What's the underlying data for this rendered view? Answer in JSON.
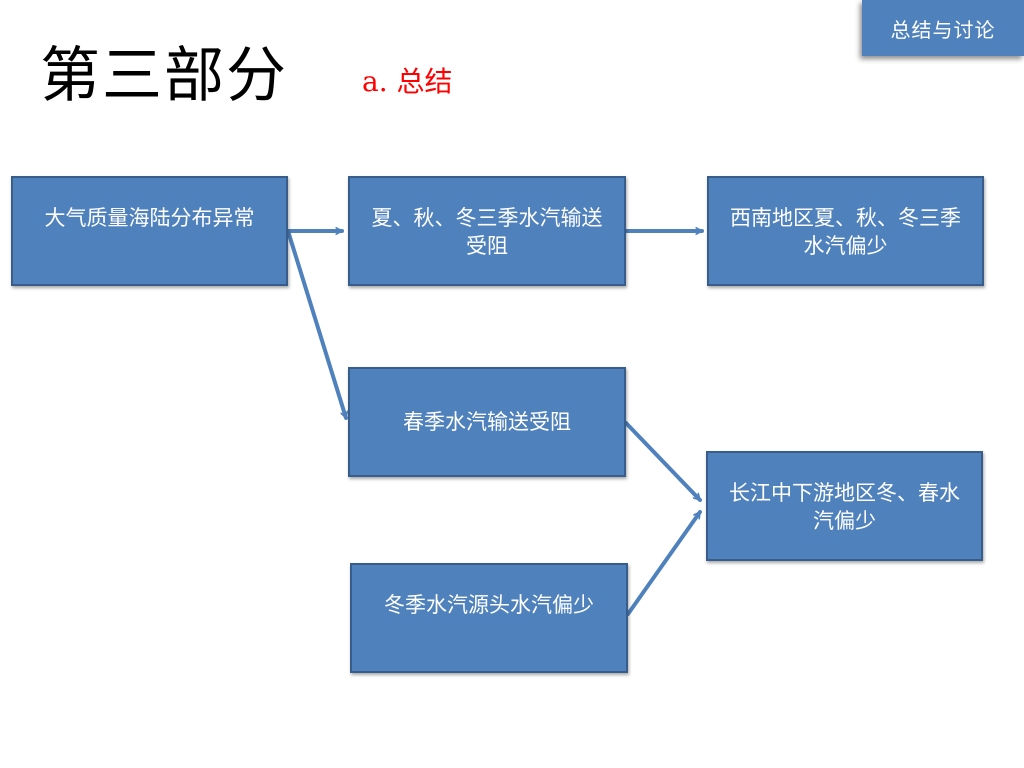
{
  "header": {
    "tag_label": "总结与讨论",
    "title": "第三部分",
    "subtitle": "a. 总结"
  },
  "diagram": {
    "nodes": {
      "anomaly": "大气质量海陆分布异常",
      "transport_blocked": "夏、秋、冬三季水汽输送受阻",
      "southwest_less": "西南地区夏、秋、冬三季水汽偏少",
      "spring_blocked": "春季水汽输送受阻",
      "yangtze_less": "长江中下游地区冬、春水汽偏少",
      "winter_source_less": "冬季水汽源头水汽偏少"
    },
    "colors": {
      "box_fill": "#4f81bd",
      "box_border": "#385d8a",
      "arrow": "#4f81bd",
      "subtitle": "#ff0000"
    }
  }
}
